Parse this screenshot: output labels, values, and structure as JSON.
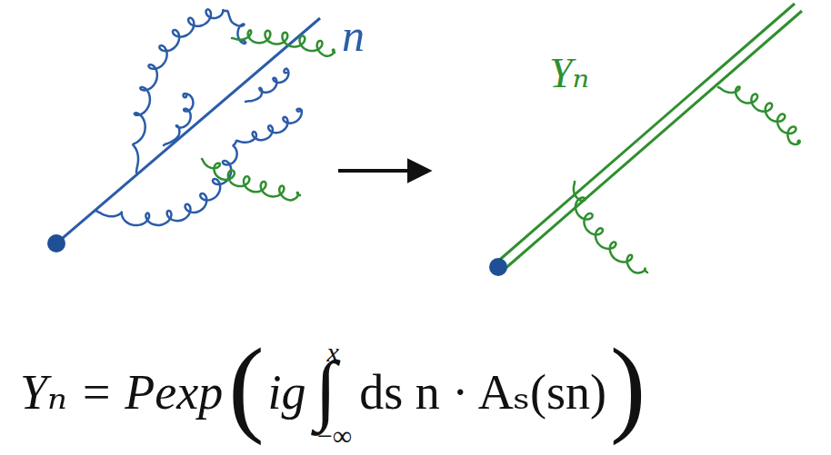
{
  "diagram": {
    "labels": [
      "n",
      "Yₙ",
      "Yₙ = Pexp",
      "(",
      "ig",
      "∫",
      "x",
      "−∞",
      "ds n · Aₛ(sn)",
      ")"
    ]
  }
}
